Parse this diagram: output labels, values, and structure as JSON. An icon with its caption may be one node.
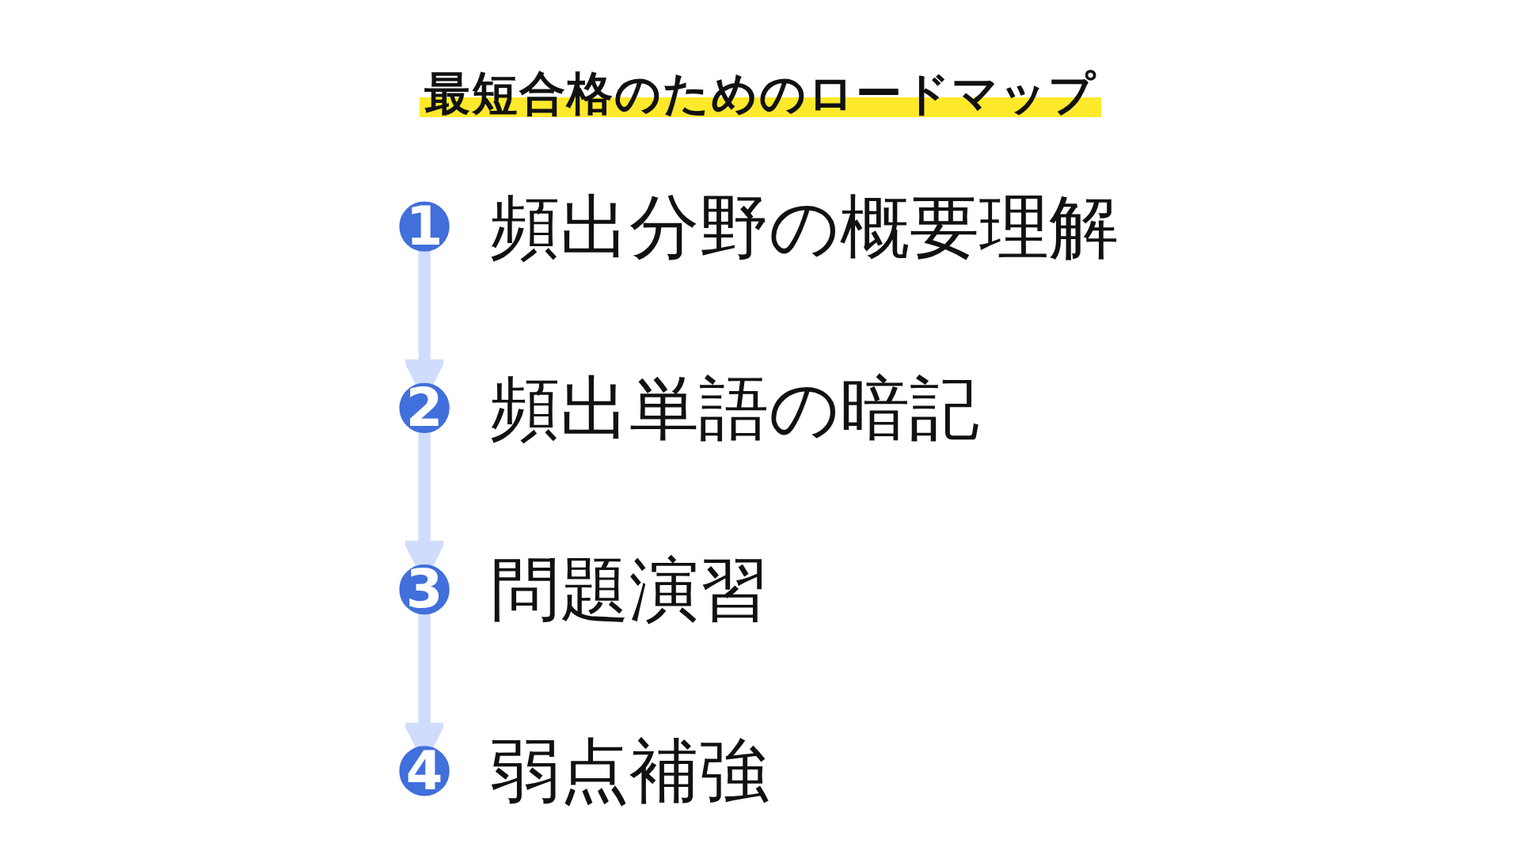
{
  "diagram": {
    "title": "最短合格のためのロードマップ",
    "nodes": [
      {
        "text": [
          "1"
        ],
        "beside": [
          "頻出分野の概要理解"
        ]
      },
      {
        "text": [
          "2"
        ],
        "beside": [
          "頻出単語の暗記"
        ]
      },
      {
        "text": [
          "3"
        ],
        "beside": [
          "問題演習"
        ]
      },
      {
        "text": [
          "4"
        ],
        "beside": [
          "弱点補強"
        ]
      }
    ],
    "edges": [
      {
        "from": 0,
        "to": 1,
        "arrow": "to"
      },
      {
        "from": 1,
        "to": 2,
        "arrow": "to"
      },
      {
        "from": 2,
        "to": 3,
        "arrow": "to"
      }
    ]
  }
}
